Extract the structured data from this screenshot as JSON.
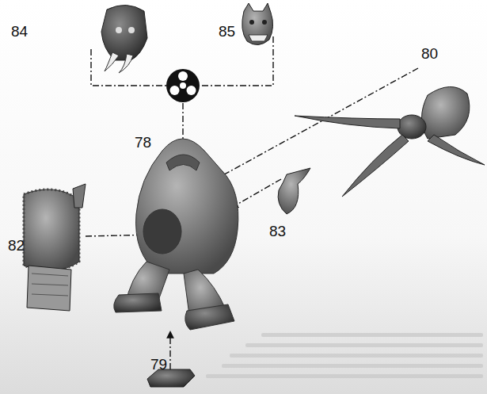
{
  "diagram": {
    "labels": [
      "84",
      "85",
      "80",
      "78",
      "82",
      "83",
      "79"
    ]
  }
}
